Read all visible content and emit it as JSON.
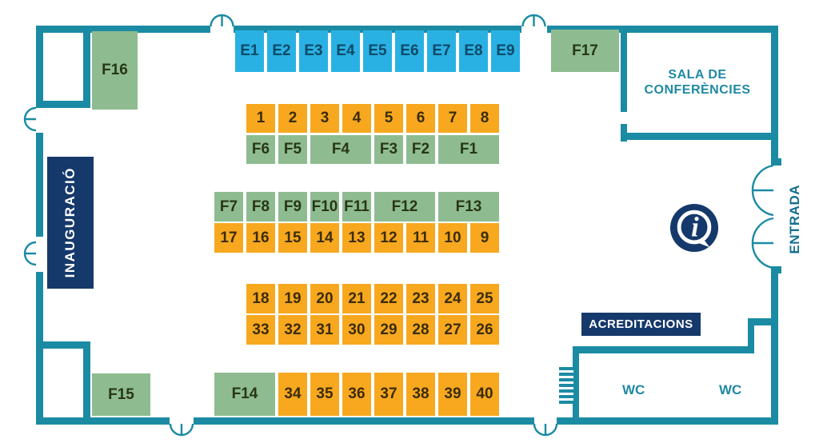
{
  "palette": {
    "wall_teal": "#1b8ba4",
    "teal_text": "#1f89a3",
    "entrada_text": "#15718f",
    "navy": "#16396b",
    "booth_blue": "#29b1e4",
    "booth_orange": "#f7a81f",
    "booth_green": "#8ebc90"
  },
  "signs": {
    "inauguracio": "INAUGURACIÓ",
    "sala_line1": "SALA DE",
    "sala_line2": "CONFERÈNCIES",
    "entrada": "ENTRADA",
    "acreditacions": "ACREDITACIONS",
    "wc_left": "WC",
    "wc_right": "WC"
  },
  "icons": {
    "info": "info-icon",
    "doors": "door-swing-icon"
  },
  "booths_standalone": {
    "f16": {
      "label": "F16"
    },
    "f17": {
      "label": "F17"
    },
    "f15": {
      "label": "F15"
    }
  },
  "booth_rows": [
    {
      "id": "e-row",
      "type": "blue",
      "items": [
        {
          "label": "E1"
        },
        {
          "label": "E2"
        },
        {
          "label": "E3"
        },
        {
          "label": "E4"
        },
        {
          "label": "E5"
        },
        {
          "label": "E6"
        },
        {
          "label": "E7"
        },
        {
          "label": "E8"
        },
        {
          "label": "E9"
        }
      ]
    },
    {
      "id": "row-1",
      "type": "orange",
      "items": [
        {
          "label": "1"
        },
        {
          "label": "2"
        },
        {
          "label": "3"
        },
        {
          "label": "4"
        },
        {
          "label": "5"
        },
        {
          "label": "6"
        },
        {
          "label": "7"
        },
        {
          "label": "8"
        }
      ]
    },
    {
      "id": "row-2",
      "type": "green",
      "items": [
        {
          "label": "F6"
        },
        {
          "label": "F5"
        },
        {
          "label": "F4",
          "w": 2
        },
        {
          "label": "F3"
        },
        {
          "label": "F2"
        },
        {
          "label": "F1",
          "w": 2
        }
      ]
    },
    {
      "id": "row-3",
      "type": "green",
      "items": [
        {
          "label": "F7"
        },
        {
          "label": "F8"
        },
        {
          "label": "F9"
        },
        {
          "label": "F10"
        },
        {
          "label": "F11"
        },
        {
          "label": "F12",
          "w": 2
        },
        {
          "label": "F13",
          "w": 2
        }
      ]
    },
    {
      "id": "row-4",
      "type": "orange",
      "items": [
        {
          "label": "17"
        },
        {
          "label": "16"
        },
        {
          "label": "15"
        },
        {
          "label": "14"
        },
        {
          "label": "13"
        },
        {
          "label": "12"
        },
        {
          "label": "11"
        },
        {
          "label": "10"
        },
        {
          "label": "9"
        }
      ]
    },
    {
      "id": "row-5",
      "type": "orange",
      "items": [
        {
          "label": "18"
        },
        {
          "label": "19"
        },
        {
          "label": "20"
        },
        {
          "label": "21"
        },
        {
          "label": "22"
        },
        {
          "label": "23"
        },
        {
          "label": "24"
        },
        {
          "label": "25"
        }
      ]
    },
    {
      "id": "row-6",
      "type": "orange",
      "items": [
        {
          "label": "33"
        },
        {
          "label": "32"
        },
        {
          "label": "31"
        },
        {
          "label": "30"
        },
        {
          "label": "29"
        },
        {
          "label": "28"
        },
        {
          "label": "27"
        },
        {
          "label": "26"
        }
      ]
    },
    {
      "id": "row-7",
      "type": "orange",
      "items": [
        {
          "label": "F14",
          "w": 2,
          "type": "green"
        },
        {
          "label": "34"
        },
        {
          "label": "35"
        },
        {
          "label": "36"
        },
        {
          "label": "37"
        },
        {
          "label": "38"
        },
        {
          "label": "39"
        },
        {
          "label": "40"
        }
      ]
    }
  ]
}
